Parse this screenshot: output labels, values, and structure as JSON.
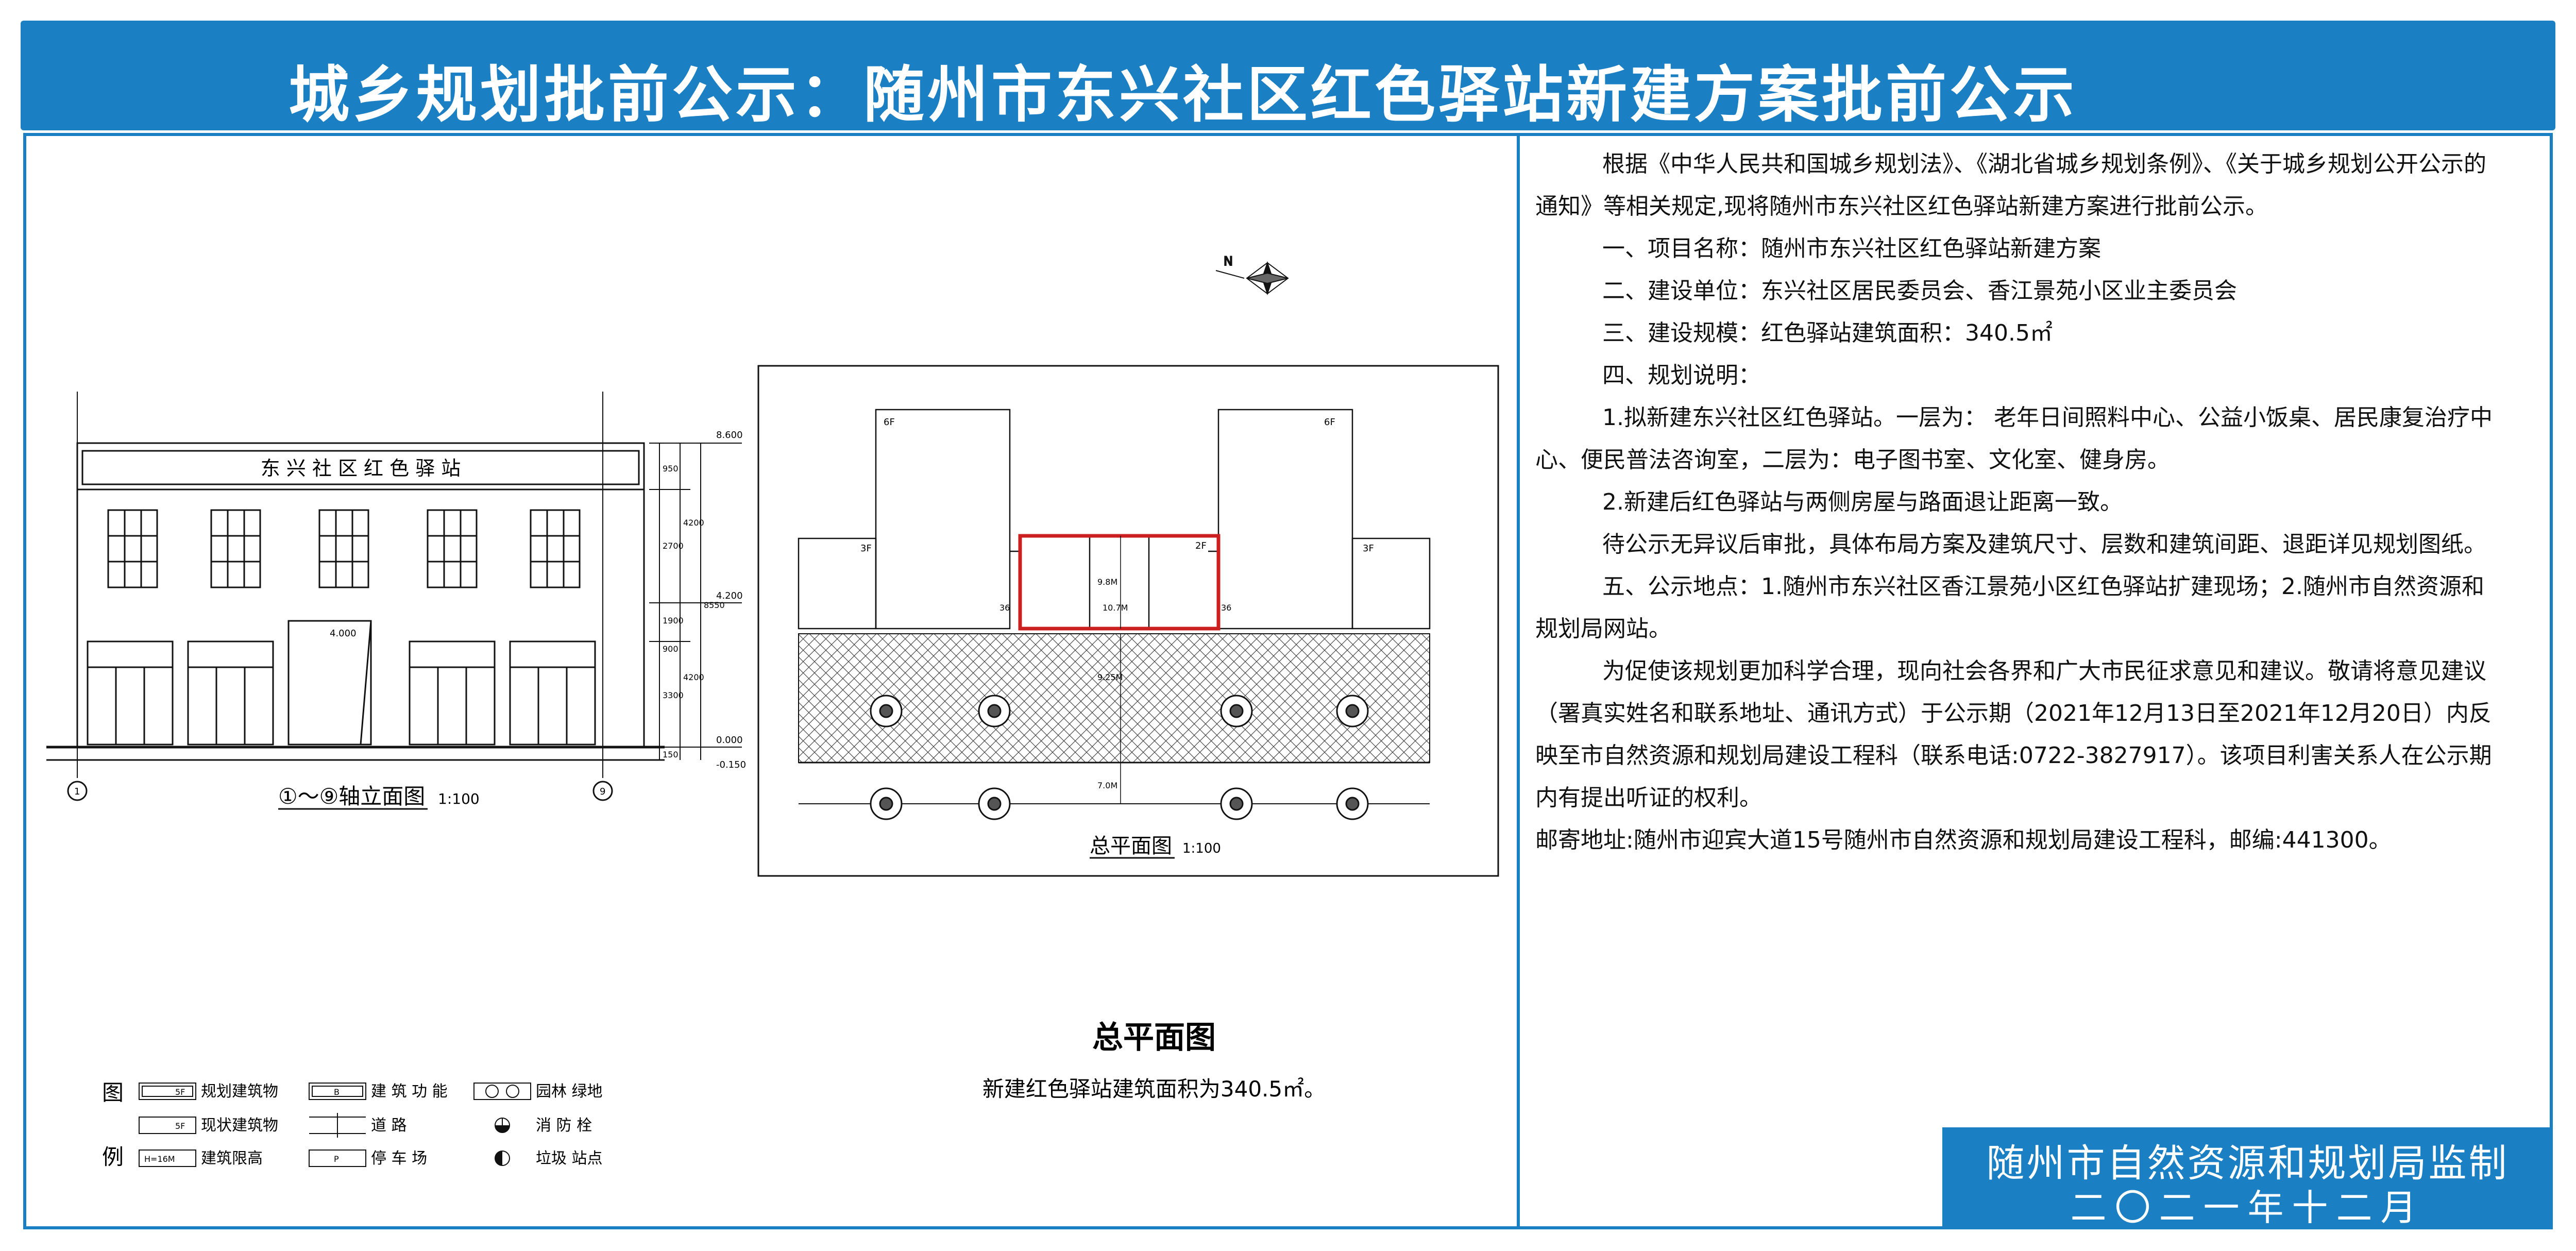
{
  "banner": {
    "title": "城乡规划批前公示：随州市东兴社区红色驿站新建方案批前公示"
  },
  "elevation": {
    "sign": "东 兴 社 区 红 色 驿 站",
    "caption": "①～⑨轴立面图",
    "scale": "1:100",
    "axis_left": "1",
    "axis_right": "9",
    "level_top": "8.600",
    "level_mid": "4.200",
    "level_door": "4.000",
    "level_ground": "0.000",
    "level_base": "-0.150",
    "dim_1": "950",
    "dim_2": "2700",
    "dim_3": "1900",
    "dim_4": "900",
    "dim_5": "3300",
    "dim_6": "150",
    "dim_total_upper": "4200",
    "dim_total_lower": "4200",
    "dim_total": "8550"
  },
  "site_plan": {
    "caption": "总平面图",
    "scale": "1:100",
    "floors_left_high": "6F",
    "floors_right_high": "6F",
    "floors_left_low": "3F",
    "floors_right_low": "3F",
    "floors_new": "2F",
    "dim_setback": "9.8M",
    "dim_width": "10.7M",
    "dim_side_left": "36",
    "dim_side_right": "36",
    "dim_road": "9.25M",
    "dim_street": "7.0M"
  },
  "legend": {
    "heading_1": "图",
    "heading_2": "例",
    "items": [
      {
        "sym": "5F",
        "label": "规划建筑物"
      },
      {
        "sym": "5F",
        "label": "现状建筑物"
      },
      {
        "sym": "H=16M",
        "label": "建筑限高"
      },
      {
        "sym": "B",
        "label": "建 筑 功 能"
      },
      {
        "sym": "",
        "label": "道 路"
      },
      {
        "sym": "P",
        "label": "停 车 场"
      },
      {
        "sym": "",
        "label": "园林 绿地"
      },
      {
        "sym": "",
        "label": "消 防 栓"
      },
      {
        "sym": "",
        "label": "垃圾 站点"
      }
    ]
  },
  "caption": {
    "title": "总平面图",
    "subtitle": "新建红色驿站建筑面积为340.5㎡。"
  },
  "notice": {
    "intro": "根据《中华人民共和国城乡规划法》、《湖北省城乡规划条例》、《关于城乡规划公开公示的通知》等相关规定,现将随州市东兴社区红色驿站新建方案进行批前公示。",
    "item1": "一、项目名称：随州市东兴社区红色驿站新建方案",
    "item2": "二、建设单位：东兴社区居民委员会、香江景苑小区业主委员会",
    "item3": "三、建设规模：红色驿站建筑面积：340.5㎡",
    "item4": "四、规划说明：",
    "item4_1": "1.拟新建东兴社区红色驿站。一层为： 老年日间照料中心、公益小饭桌、居民康复治疗中心、便民普法咨询室，二层为：电子图书室、文化室、健身房。",
    "item4_2": "2.新建后红色驿站与两侧房屋与路面退让距离一致。",
    "pending": "待公示无异议后审批，具体布局方案及建筑尺寸、层数和建筑间距、退距详见规划图纸。",
    "item5": "五、公示地点：1.随州市东兴社区香江景苑小区红色驿站扩建现场；2.随州市自然资源和规划局网站。",
    "feedback": "为促使该规划更加科学合理，现向社会各界和广大市民征求意见和建议。敬请将意见建议（署真实姓名和联系地址、通讯方式）于公示期（2021年12月13日至2021年12月20日）内反映至市自然资源和规划局建设工程科（联系电话:0722-3827917）。该项目利害关系人在公示期内有提出听证的权利。",
    "address": "邮寄地址:随州市迎宾大道15号随州市自然资源和规划局建设工程科，邮编:441300。"
  },
  "stamp": {
    "line1": "随州市自然资源和规划局监制",
    "line2": "二〇二一年十二月"
  },
  "colors": {
    "accent": "#1b7fc4",
    "highlight": "#cc1f1f"
  }
}
